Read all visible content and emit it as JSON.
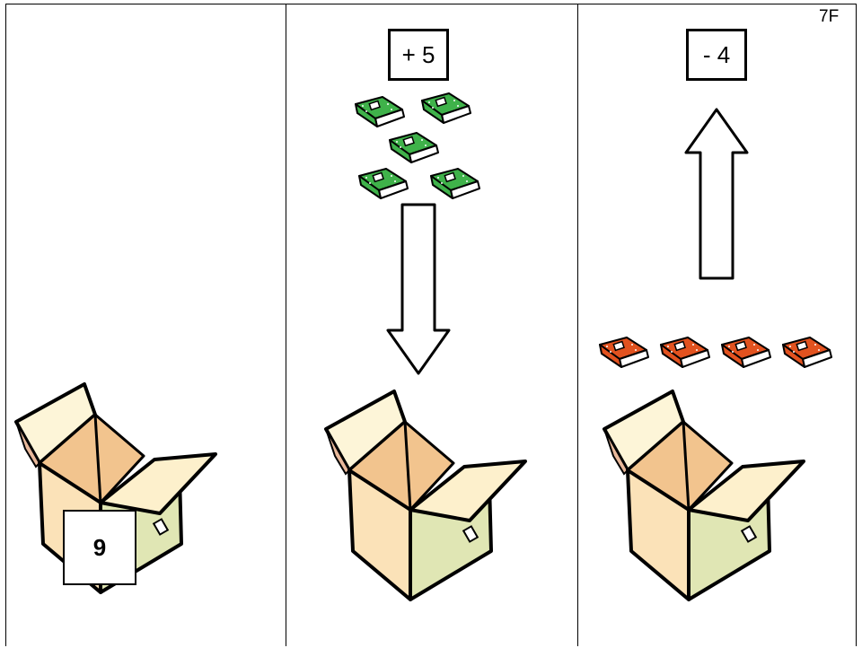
{
  "page_tag": "7F",
  "panels": [
    {
      "count_label": "9"
    },
    {
      "operation_label": "+ 5",
      "books_added": 5,
      "book_color": "#3fb24a",
      "arrow_direction": "down"
    },
    {
      "operation_label": "- 4",
      "books_removed": 4,
      "book_color": "#e2521f",
      "arrow_direction": "up"
    }
  ]
}
